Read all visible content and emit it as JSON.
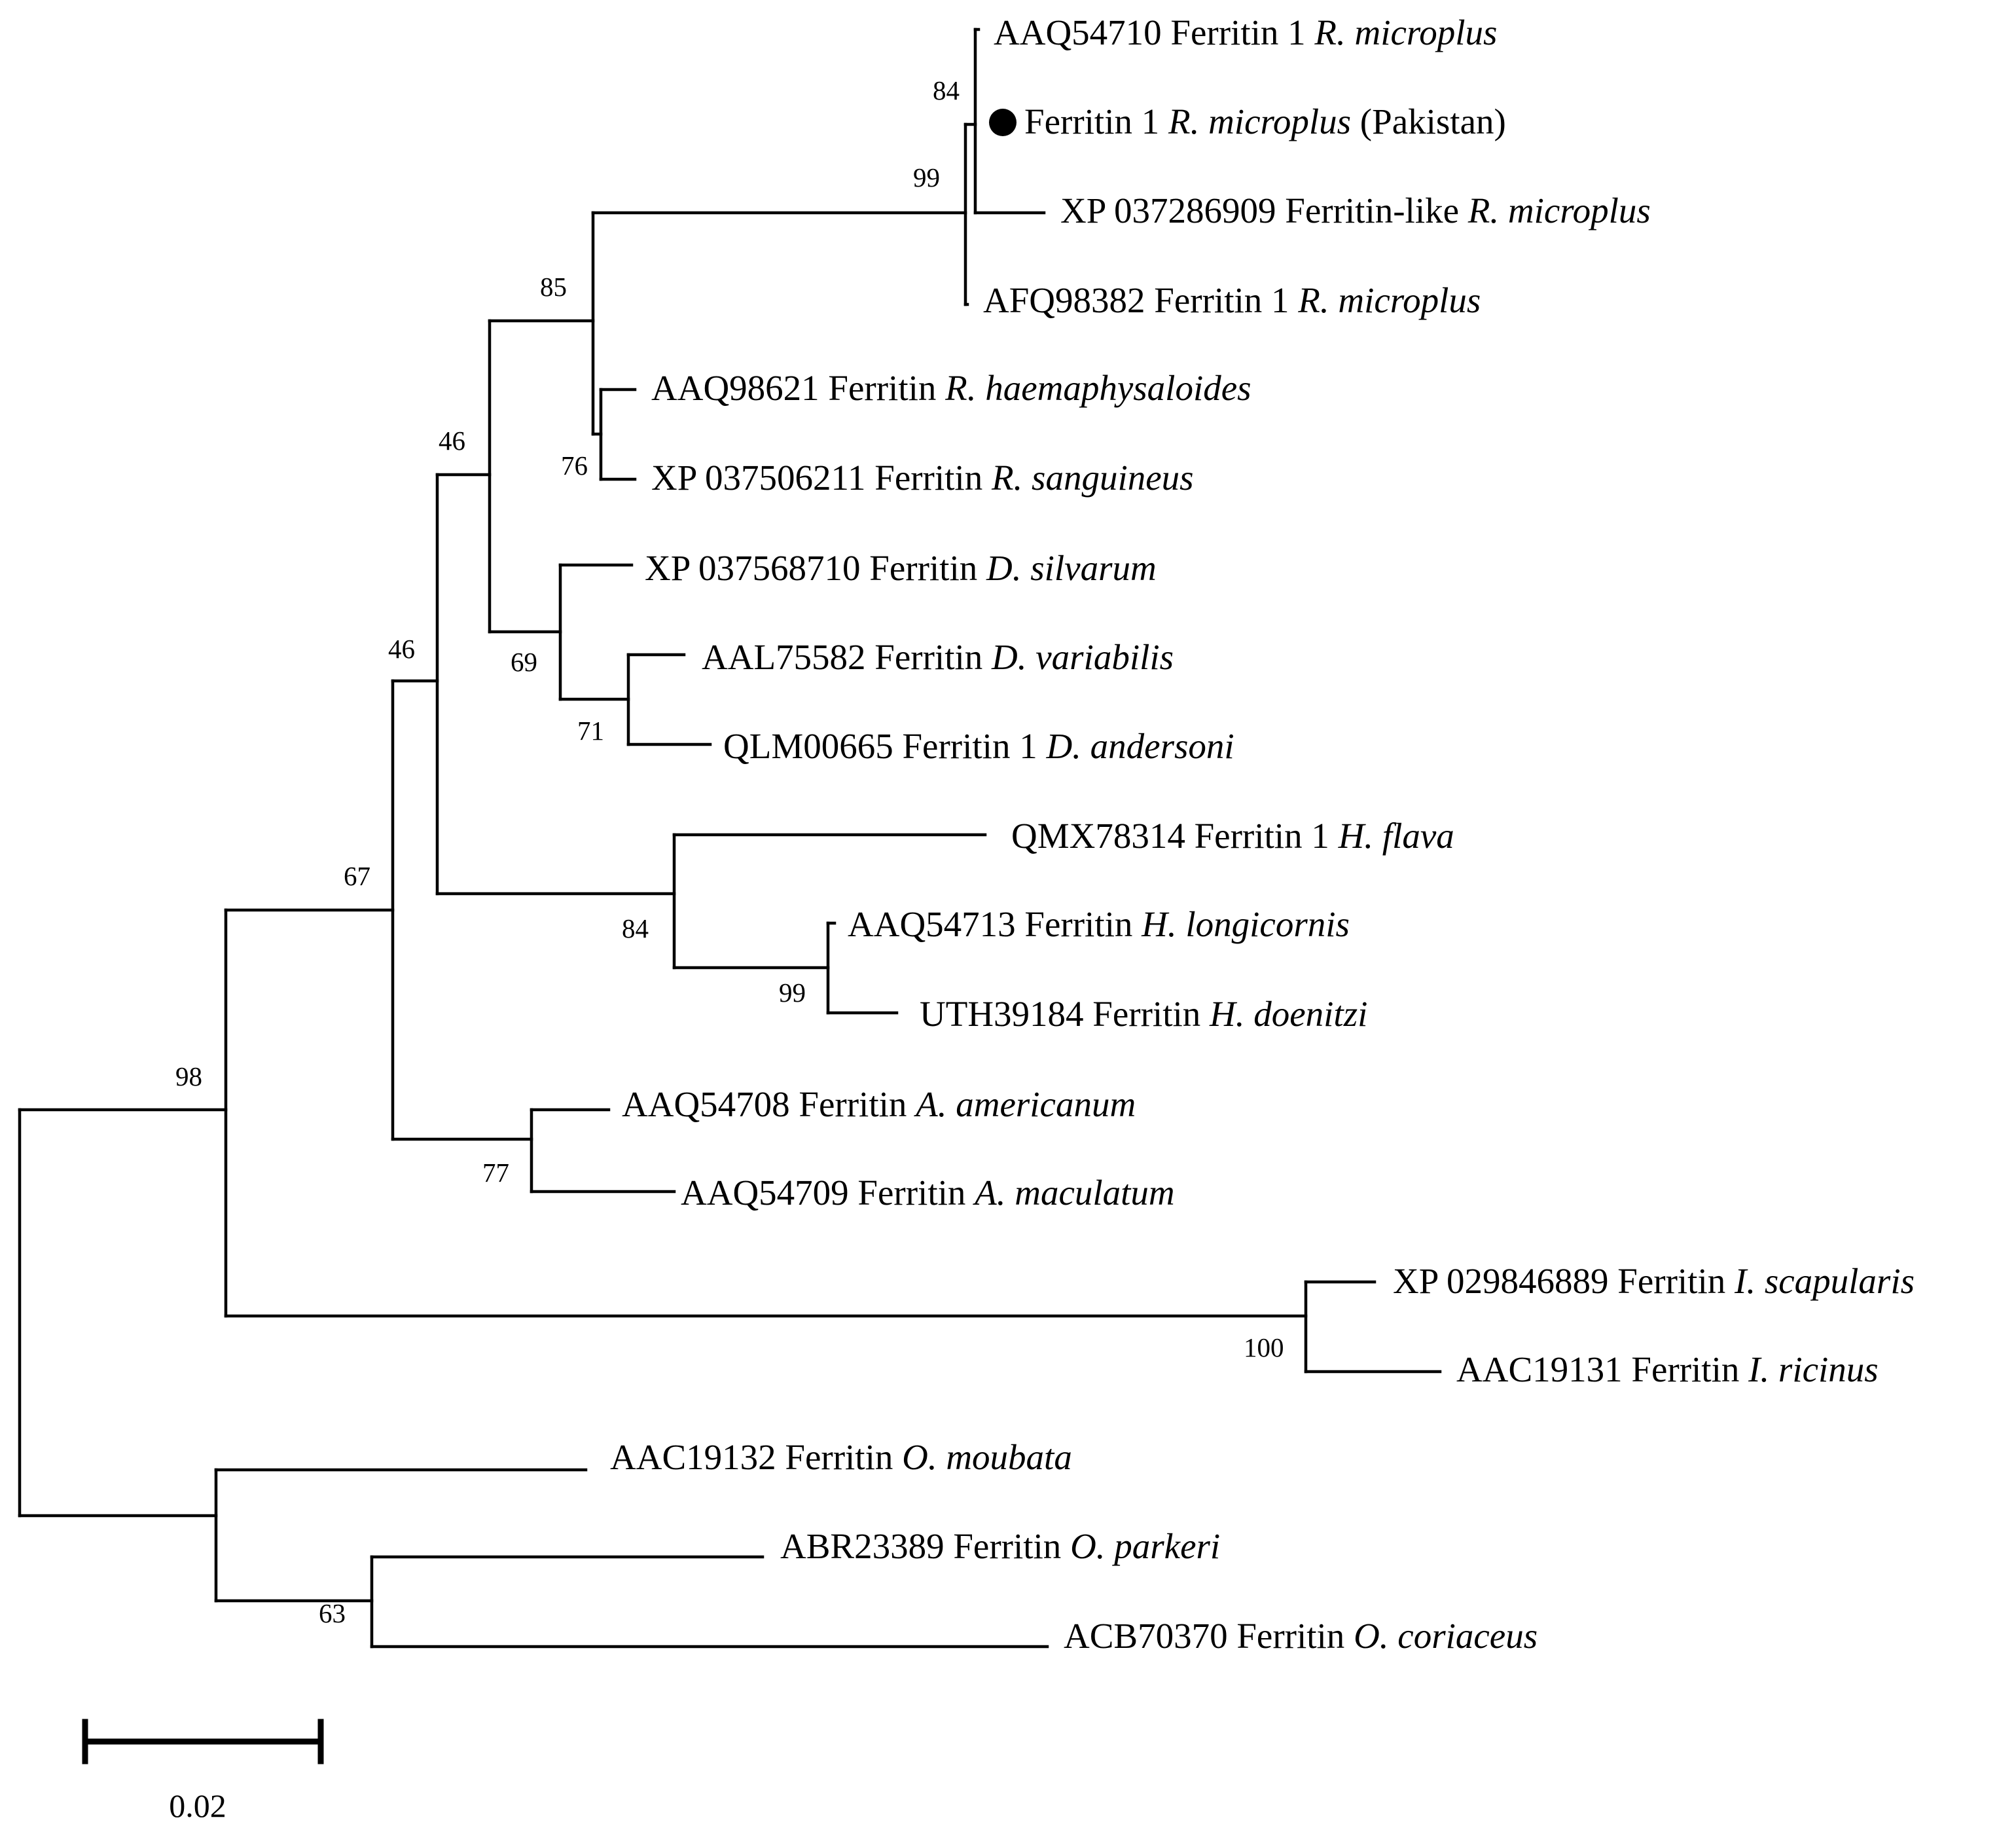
{
  "tree": {
    "leaves": [
      {
        "accession": "AAQ54710",
        "product": "Ferritin 1",
        "species": "R. microplus",
        "note": "",
        "marked": false
      },
      {
        "accession": "",
        "product": "Ferritin 1",
        "species": "R. microplus",
        "note": "(Pakistan)",
        "marked": true
      },
      {
        "accession": "XP 037286909",
        "product": "Ferritin-like",
        "species": "R. microplus",
        "note": "",
        "marked": false
      },
      {
        "accession": "AFQ98382",
        "product": "Ferritin 1",
        "species": "R. microplus",
        "note": "",
        "marked": false
      },
      {
        "accession": "AAQ98621",
        "product": "Ferritin",
        "species": "R. haemaphysaloides",
        "note": "",
        "marked": false
      },
      {
        "accession": "XP 037506211",
        "product": "Ferritin",
        "species": "R. sanguineus",
        "note": "",
        "marked": false
      },
      {
        "accession": "XP 037568710",
        "product": "Ferritin",
        "species": "D. silvarum",
        "note": "",
        "marked": false
      },
      {
        "accession": "AAL75582",
        "product": "Ferritin",
        "species": "D. variabilis",
        "note": "",
        "marked": false
      },
      {
        "accession": "QLM00665",
        "product": "Ferritin 1",
        "species": "D. andersoni",
        "note": "",
        "marked": false
      },
      {
        "accession": "QMX78314",
        "product": "Ferritin 1",
        "species": "H. flava",
        "note": "",
        "marked": false
      },
      {
        "accession": "AAQ54713",
        "product": "Ferritin",
        "species": "H. longicornis",
        "note": "",
        "marked": false
      },
      {
        "accession": "UTH39184",
        "product": "Ferritin",
        "species": "H. doenitzi",
        "note": "",
        "marked": false
      },
      {
        "accession": "AAQ54708",
        "product": "Ferritin",
        "species": "A. americanum",
        "note": "",
        "marked": false
      },
      {
        "accession": "AAQ54709",
        "product": "Ferritin",
        "species": "A. maculatum",
        "note": "",
        "marked": false
      },
      {
        "accession": "XP 029846889",
        "product": "Ferritin",
        "species": "I. scapularis",
        "note": "",
        "marked": false
      },
      {
        "accession": "AAC19131",
        "product": "Ferritin",
        "species": "I. ricinus",
        "note": "",
        "marked": false
      },
      {
        "accession": "AAC19132",
        "product": "Ferritin",
        "species": "O. moubata",
        "note": "",
        "marked": false
      },
      {
        "accession": "ABR23389",
        "product": "Ferritin",
        "species": "O. parkeri",
        "note": "",
        "marked": false
      },
      {
        "accession": "ACB70370",
        "product": "Ferritin",
        "species": "O. coriaceus",
        "note": "",
        "marked": false
      }
    ],
    "bootstrap_values": [
      "84",
      "99",
      "85",
      "76",
      "46",
      "69",
      "71",
      "46",
      "84",
      "99",
      "67",
      "77",
      "98",
      "100",
      "63"
    ],
    "scale_bar_label": "0.02",
    "scale_bar_length": 0.02
  }
}
